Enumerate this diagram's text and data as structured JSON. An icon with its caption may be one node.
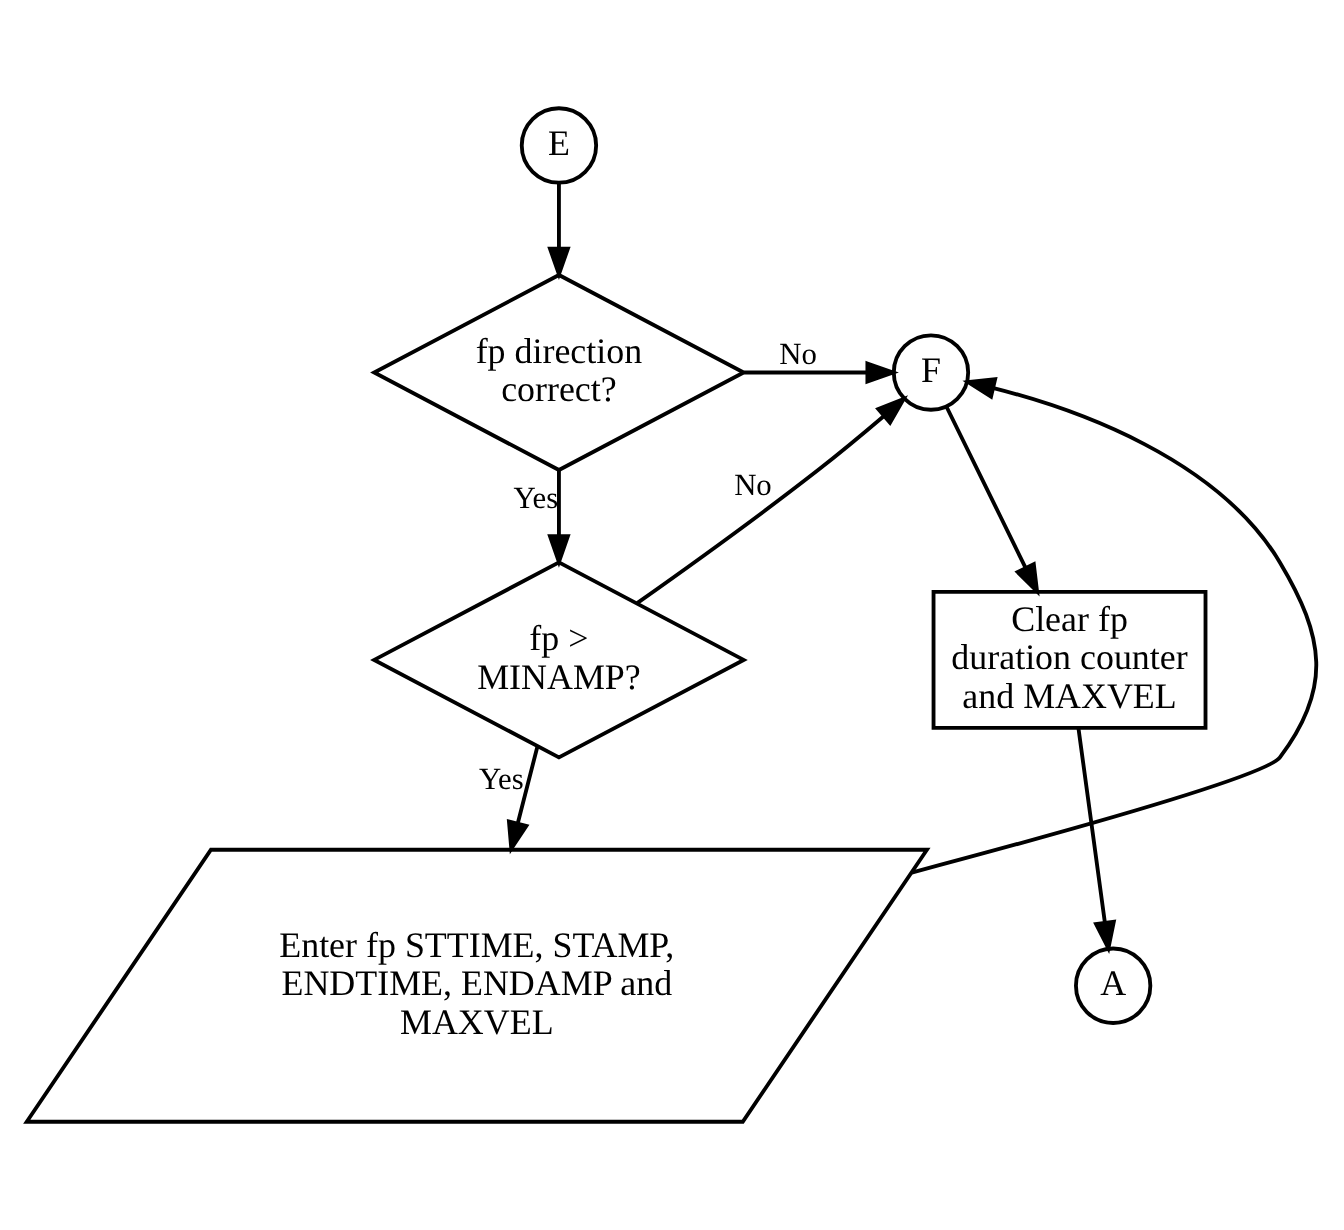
{
  "diagram": {
    "nodes": [
      {
        "text": [
          "E"
        ]
      },
      {
        "text": [
          "fp direction correct?"
        ]
      },
      {
        "text": [
          "F"
        ]
      },
      {
        "text": [
          "Clear fp duration counter and MAXVEL"
        ]
      },
      {
        "text": [
          "A"
        ]
      },
      {
        "text": [
          "fp > MINAMP?"
        ]
      },
      {
        "text": [
          "Enter fp STTIME, STAMP, ENDTIME, ENDAMP and MAXVEL"
        ]
      }
    ],
    "edges": [
      {
        "from": 0,
        "to": 1,
        "arrow": "to"
      },
      {
        "from": 1,
        "to": 2,
        "arrow": "to",
        "label": "No"
      },
      {
        "from": 2,
        "to": 3,
        "arrow": "to"
      },
      {
        "from": 3,
        "to": 4,
        "arrow": "to"
      },
      {
        "from": 1,
        "to": 5,
        "arrow": "to",
        "label": "Yes"
      },
      {
        "from": 5,
        "to": 2,
        "arrow": "to",
        "label": "No"
      },
      {
        "from": 5,
        "to": 6,
        "arrow": "to",
        "label": "Yes"
      },
      {
        "from": 6,
        "to": 2,
        "arrow": "to"
      }
    ]
  }
}
